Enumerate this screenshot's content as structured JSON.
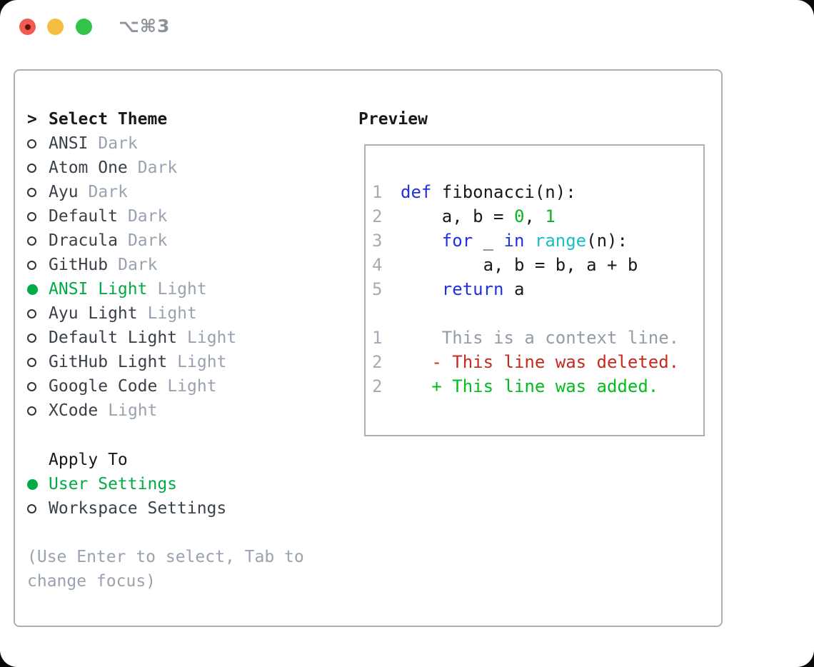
{
  "window": {
    "title": "⌥⌘3"
  },
  "titlebar": {
    "buttons": [
      {
        "name": "close-button",
        "color": "#f25a52"
      },
      {
        "name": "minimize-button",
        "color": "#f5bd40"
      },
      {
        "name": "zoom-button",
        "color": "#35c24a"
      }
    ]
  },
  "theme_picker": {
    "header": {
      "marker": ">",
      "label": "Select Theme"
    },
    "themes": [
      {
        "name": "ANSI",
        "tag": "Dark",
        "selected": false
      },
      {
        "name": "Atom One",
        "tag": "Dark",
        "selected": false
      },
      {
        "name": "Ayu",
        "tag": "Dark",
        "selected": false
      },
      {
        "name": "Default",
        "tag": "Dark",
        "selected": false
      },
      {
        "name": "Dracula",
        "tag": "Dark",
        "selected": false
      },
      {
        "name": "GitHub",
        "tag": "Dark",
        "selected": false
      },
      {
        "name": "ANSI Light",
        "tag": "Light",
        "selected": true
      },
      {
        "name": "Ayu Light",
        "tag": "Light",
        "selected": false
      },
      {
        "name": "Default Light",
        "tag": "Light",
        "selected": false
      },
      {
        "name": "GitHub Light",
        "tag": "Light",
        "selected": false
      },
      {
        "name": "Google Code",
        "tag": "Light",
        "selected": false
      },
      {
        "name": "XCode",
        "tag": "Light",
        "selected": false
      }
    ],
    "apply_to": {
      "label": "Apply To",
      "options": [
        {
          "name": "User Settings",
          "selected": true
        },
        {
          "name": "Workspace Settings",
          "selected": false
        }
      ]
    },
    "hint": "(Use Enter to select, Tab to change focus)"
  },
  "preview": {
    "title": "Preview",
    "code_lines": [
      {
        "num": "1",
        "tokens": [
          {
            "t": "def",
            "c": "keyword"
          },
          {
            "t": " fibonacci(n):",
            "c": "plain"
          }
        ]
      },
      {
        "num": "2",
        "tokens": [
          {
            "t": "    a, b = ",
            "c": "plain"
          },
          {
            "t": "0",
            "c": "number"
          },
          {
            "t": ", ",
            "c": "plain"
          },
          {
            "t": "1",
            "c": "number"
          }
        ]
      },
      {
        "num": "3",
        "tokens": [
          {
            "t": "    ",
            "c": "plain"
          },
          {
            "t": "for",
            "c": "keyword"
          },
          {
            "t": " _ ",
            "c": "plain"
          },
          {
            "t": "in",
            "c": "keyword"
          },
          {
            "t": " ",
            "c": "plain"
          },
          {
            "t": "range",
            "c": "builtin"
          },
          {
            "t": "(n):",
            "c": "plain"
          }
        ]
      },
      {
        "num": "4",
        "tokens": [
          {
            "t": "        a, b = b, a + b",
            "c": "plain"
          }
        ]
      },
      {
        "num": "5",
        "tokens": [
          {
            "t": "    ",
            "c": "plain"
          },
          {
            "t": "return",
            "c": "keyword"
          },
          {
            "t": " a",
            "c": "plain"
          }
        ]
      }
    ],
    "diff_lines": [
      {
        "num": "1",
        "kind": "context",
        "text": "    This is a context line."
      },
      {
        "num": "2",
        "kind": "deleted",
        "text": "   - This line was deleted."
      },
      {
        "num": "2",
        "kind": "added",
        "text": "   + This line was added."
      }
    ]
  },
  "colors": {
    "selected_green": "#00ab45",
    "syntax_keyword": "#2130e0",
    "syntax_builtin": "#16c0c6",
    "syntax_number": "#0db41e",
    "diff_deleted": "#c62a1d",
    "diff_added": "#00bd1d",
    "muted_gray": "#98a2b0",
    "border_gray": "#a9b1bb"
  }
}
